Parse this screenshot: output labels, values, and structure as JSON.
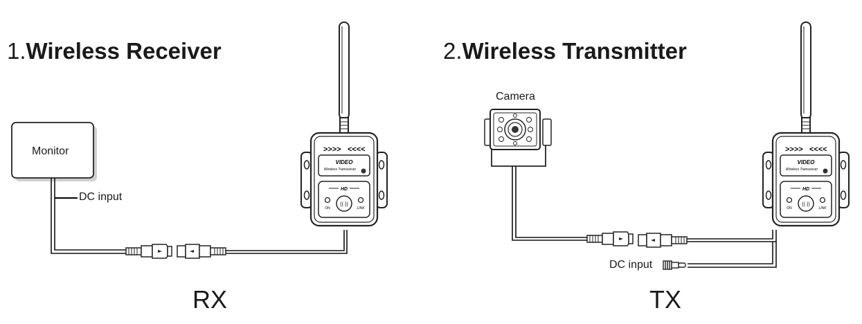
{
  "receiver": {
    "number": "1.",
    "title": "Wireless Receiver",
    "monitor_label": "Monitor",
    "dc_label": "DC input",
    "side_label": "RX"
  },
  "transmitter": {
    "number": "2.",
    "title": "Wireless Transmitter",
    "camera_label": "Camera",
    "dc_label": "DC input",
    "side_label": "TX"
  },
  "device": {
    "arrows_left": ">>>>",
    "arrows_right": "<<<<",
    "name": "VIDEO",
    "subtitle": "Wireless Transceiver",
    "hd": "HD",
    "on": "ON",
    "link": "LINK",
    "pair_symbol": "((·))"
  }
}
